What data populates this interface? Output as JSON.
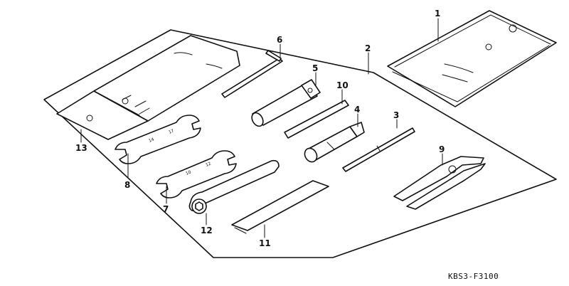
{
  "callouts": [
    "1",
    "2",
    "3",
    "4",
    "5",
    "6",
    "7",
    "8",
    "9",
    "10",
    "11",
    "12",
    "13"
  ],
  "diagram_code": "KBS3-F3100",
  "wrench_marks": {
    "wrench_8_a": "14",
    "wrench_8_b": "17",
    "wrench_7_a": "10",
    "wrench_7_b": "12"
  }
}
